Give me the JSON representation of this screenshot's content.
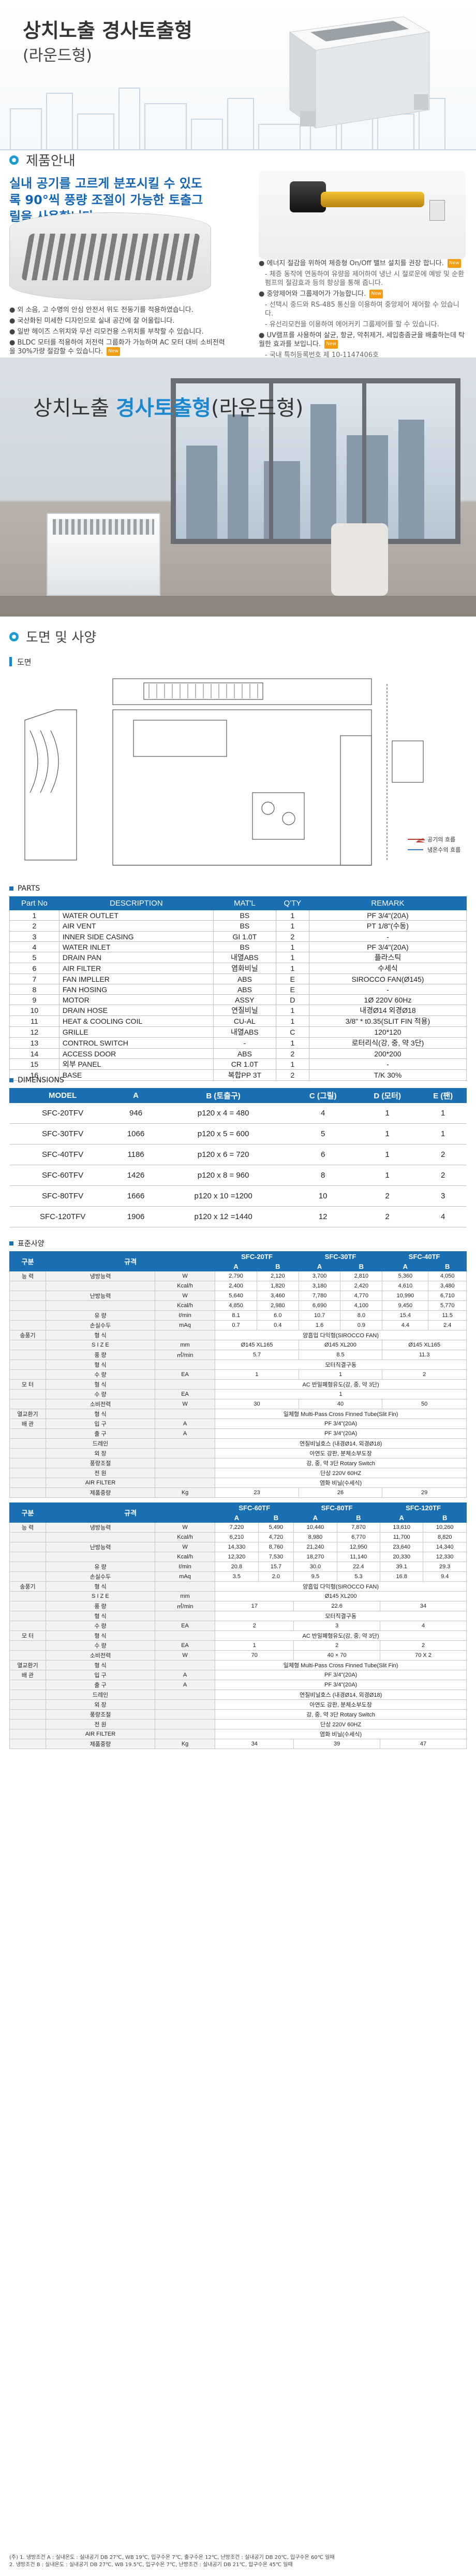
{
  "header": {
    "title": "상치노출 경사토출형",
    "subtitle": "(라운드형)"
  },
  "intro": {
    "section_title": "제품안내",
    "headline": "실내 공기를 고르게 분포시킬 수 있도록 90°씩 풍량 조절이 가능한 토출그릴을 사용합니다.",
    "left_bullets": [
      "외 소음, 고 수명의 안심 안전서 위도 전동기를 적용하였습니다.",
      "국산화된 미세한 디자인으로 실내 공간에 잘 어울립니다.",
      "일반 헤이즈 스위치와 무선 리모컨용 스위치를 부착할 수 있습니다.",
      "BLDC 모터를 적용하여 저전력 그룹화가 가능하며 AC 모터 대비 소비전력을 30%가량 절감할 수 있습니다."
    ],
    "right_bullets": [
      "에너지 절감을 위하여 체증형 On/Off 밸브 설치를 권장 합니다.",
      "- 체증 동작에 연동하여 유량을 제어하여 냉난 시 절로운에 예방 및 순환펌프의 절감효과 등의 향상을 통해 줍니다.",
      "중앙제어와 그룹제어가 가능합니다.",
      "- 선택시 중드와 RS-485 통신을 이용하여 중앙제어 제어할 수 있습니다.",
      "- 유선리모컨을 이용하여 에어커키 그룹제어를 할 수 있습니다.",
      "UV램프를 사용하여 살균, 항균, 악취제거, 세입충좀균을 배출하는데 탁월한 효과를 보입니다.",
      "- 국내 특허등록번호 제 10-1147406호"
    ],
    "tag": "New"
  },
  "room": {
    "title_plain": "상치노출 ",
    "title_bold": "경사토출형",
    "title_tail": "(라운드형)"
  },
  "dims_section": {
    "title": "도면 및 사양",
    "drawing_label": "도면",
    "legend": [
      "공기의 흐름",
      "냉온수의 흐름"
    ]
  },
  "parts": {
    "label": "PARTS",
    "headers": [
      "Part No",
      "DESCRIPTION",
      "MAT'L",
      "Q'TY",
      "REMARK"
    ],
    "rows": [
      [
        "1",
        "WATER OUTLET",
        "BS",
        "1",
        "PF 3/4\"(20A)"
      ],
      [
        "2",
        "AIR VENT",
        "BS",
        "1",
        "PT 1/8\"(수동)"
      ],
      [
        "3",
        "INNER SIDE CASING",
        "GI 1.0T",
        "2",
        "-"
      ],
      [
        "4",
        "WATER INLET",
        "BS",
        "1",
        "PF 3/4\"(20A)"
      ],
      [
        "5",
        "DRAIN PAN",
        "내열ABS",
        "1",
        "플라스틱"
      ],
      [
        "6",
        "AIR FILTER",
        "염화비닐",
        "1",
        "수세식"
      ],
      [
        "7",
        "FAN IMPLLER",
        "ABS",
        "E",
        "SIROCCO FAN(Ø145)"
      ],
      [
        "8",
        "FAN HOSING",
        "ABS",
        "E",
        "-"
      ],
      [
        "9",
        "MOTOR",
        "ASSY",
        "D",
        "1Ø 220V 60Hz"
      ],
      [
        "10",
        "DRAIN HOSE",
        "연질비닐",
        "1",
        "내경Ø14 외경Ø18"
      ],
      [
        "11",
        "HEAT & COOLING COIL",
        "CU-AL",
        "1",
        "3/8\" * t0.35(SLIT FIN 적용)"
      ],
      [
        "12",
        "GRILLE",
        "내열ABS",
        "C",
        "120*120"
      ],
      [
        "13",
        "CONTROL SWITCH",
        "-",
        "1",
        "로터리식(강, 중, 약 3단)"
      ],
      [
        "14",
        "ACCESS DOOR",
        "ABS",
        "2",
        "200*200"
      ],
      [
        "15",
        "외부 PANEL",
        "CR 1.0T",
        "1",
        "-"
      ],
      [
        "16",
        "BASE",
        "복합PP 3T",
        "2",
        "T/K 30%"
      ]
    ]
  },
  "dimensions": {
    "label": "DIMENSIONS",
    "headers": [
      "MODEL",
      "A",
      "B (토출구)",
      "C (그릴)",
      "D (모터)",
      "E (팬)"
    ],
    "rows": [
      [
        "SFC-20TFV",
        "946",
        "p120 x 4 =  480",
        "4",
        "1",
        "1"
      ],
      [
        "SFC-30TFV",
        "1066",
        "p120 x 5 =  600",
        "5",
        "1",
        "1"
      ],
      [
        "SFC-40TFV",
        "1186",
        "p120 x 6 =  720",
        "6",
        "1",
        "2"
      ],
      [
        "SFC-60TFV",
        "1426",
        "p120 x 8 =  960",
        "8",
        "1",
        "2"
      ],
      [
        "SFC-80TFV",
        "1666",
        "p120 x 10 =1200",
        "10",
        "2",
        "3"
      ],
      [
        "SFC-120TFV",
        "1906",
        "p120 x 12 =1440",
        "12",
        "2",
        "4"
      ]
    ]
  },
  "spec": {
    "label": "표준사양",
    "table1": {
      "models": [
        "SFC-20TF",
        "SFC-30TF",
        "SFC-40TF"
      ],
      "rows": [
        [
          "능 력",
          "냉방능력",
          "W",
          "2,790",
          "2,120",
          "3,700",
          "2,810",
          "5,360",
          "4,050"
        ],
        [
          "",
          "",
          "Kcal/h",
          "2,400",
          "1,820",
          "3,180",
          "2,420",
          "4,610",
          "3,480"
        ],
        [
          "",
          "난방능력",
          "W",
          "5,640",
          "3,460",
          "7,780",
          "4,770",
          "10,990",
          "6,710"
        ],
        [
          "",
          "",
          "Kcal/h",
          "4,850",
          "2,980",
          "6,690",
          "4,100",
          "9,450",
          "5,770"
        ],
        [
          "",
          "유 량",
          "ℓ/min",
          "8.1",
          "6.0",
          "10.7",
          "8.0",
          "15.4",
          "11.5"
        ],
        [
          "",
          "손실수두",
          "mAq",
          "0.7",
          "0.4",
          "1.6",
          "0.9",
          "4.4",
          "2.4"
        ]
      ],
      "spans": [
        [
          "송풍기",
          "형 식",
          "",
          "양흡입 다익형(SIROCCO FAN)"
        ],
        [
          "",
          "S I Z E",
          "mm",
          "Ø145 XL165 | Ø145 XL200 | Ø145 XL165"
        ],
        [
          "",
          "풍 량",
          "㎥/min",
          "5.7 | 8.5 | 11.3"
        ],
        [
          "",
          "형 식",
          "",
          "모터직결구동"
        ],
        [
          "",
          "수 량",
          "EA",
          "1 | 1 | 2"
        ],
        [
          "모 터",
          "형 식",
          "",
          "AC 반밀폐형유도(강, 중, 약 3단)"
        ],
        [
          "",
          "수 량",
          "EA",
          "1"
        ],
        [
          "",
          "소비전력",
          "W",
          "30 | 40 | 50"
        ],
        [
          "열교환기",
          "형 식",
          "",
          "일체형 Multi-Pass Cross Finned Tube(Slit Fin)"
        ],
        [
          "배 관",
          "입 구",
          "A",
          "PF 3/4\"(20A)"
        ],
        [
          "",
          "출 구",
          "A",
          "PF 3/4\"(20A)"
        ],
        [
          "",
          "드레인",
          "",
          "연질비닐호스 (내경Ø14, 외경Ø18)"
        ],
        [
          "",
          "외 장",
          "",
          "아연도 강판, 분체소부도장"
        ],
        [
          "",
          "풍량조절",
          "",
          "강, 중, 약 3단 Rotary Switch"
        ],
        [
          "",
          "전 원",
          "",
          "단상 220V 60HZ"
        ],
        [
          "",
          "AIR FILTER",
          "",
          "염화 비닐(수세식)"
        ],
        [
          "",
          "제품중량",
          "Kg",
          "23 | 26 | 29"
        ]
      ]
    },
    "table2": {
      "models": [
        "SFC-60TF",
        "SFC-80TF",
        "SFC-120TF"
      ],
      "rows": [
        [
          "능 력",
          "냉방능력",
          "W",
          "7,220",
          "5,490",
          "10,440",
          "7,870",
          "13,610",
          "10,260"
        ],
        [
          "",
          "",
          "Kcal/h",
          "6,210",
          "4,720",
          "8,980",
          "6,770",
          "11,700",
          "8,820"
        ],
        [
          "",
          "난방능력",
          "W",
          "14,330",
          "8,760",
          "21,240",
          "12,950",
          "23,640",
          "14,340"
        ],
        [
          "",
          "",
          "Kcal/h",
          "12,320",
          "7,530",
          "18,270",
          "11,140",
          "20,330",
          "12,330"
        ],
        [
          "",
          "유 량",
          "ℓ/min",
          "20.8",
          "15.7",
          "30.0",
          "22.4",
          "39.1",
          "29.3"
        ],
        [
          "",
          "손실수두",
          "mAq",
          "3.5",
          "2.0",
          "9.5",
          "5.3",
          "16.8",
          "9.4"
        ]
      ],
      "spans": [
        [
          "송풍기",
          "형 식",
          "",
          "양흡입 다익형(SIROCCO FAN)"
        ],
        [
          "",
          "S I Z E",
          "mm",
          "Ø145 XL200"
        ],
        [
          "",
          "풍 량",
          "㎥/min",
          "17 | 22.6 | 34"
        ],
        [
          "",
          "형 식",
          "",
          "모터직결구동"
        ],
        [
          "",
          "수 량",
          "EA",
          "2 | 3 | 4"
        ],
        [
          "모 터",
          "형 식",
          "",
          "AC 반밀폐형유도(강, 중, 약 3단)"
        ],
        [
          "",
          "수 량",
          "EA",
          "1 | 2 | 2"
        ],
        [
          "",
          "소비전력",
          "W",
          "70 | 40 × 70 | 70 X 2"
        ],
        [
          "열교환기",
          "형 식",
          "",
          "일체형 Multi-Pass Cross Finned Tube(Slit Fin)"
        ],
        [
          "배 관",
          "입 구",
          "A",
          "PF 3/4\"(20A)"
        ],
        [
          "",
          "출 구",
          "A",
          "PF 3/4\"(20A)"
        ],
        [
          "",
          "드레인",
          "",
          "연질비닐호스 (내경Ø14, 외경Ø18)"
        ],
        [
          "",
          "외 장",
          "",
          "아연도 강판, 분체소부도장"
        ],
        [
          "",
          "풍량조절",
          "",
          "강, 중, 약 3단 Rotary Switch"
        ],
        [
          "",
          "전 원",
          "",
          "단상 220V 60HZ"
        ],
        [
          "",
          "AIR FILTER",
          "",
          "염화 비닐(수세식)"
        ],
        [
          "",
          "제품중량",
          "Kg",
          "34 | 39 | 47"
        ]
      ]
    },
    "headers": [
      "구분",
      "규격"
    ],
    "subheaders": [
      "A",
      "B"
    ],
    "notes": [
      "(주) 1. 냉방조건 A : 실내온도 : 실내공기 DB 27℃, WB 19℃, 입구수온 7℃, 출구수온 12℃, 난방조건 : 실내공기 DB 20℃, 입구수온 60℃ 일때",
      "2. 냉방조건 B : 실내온도 : 실내공기 DB 27℃, WB 19.5℃, 입구수온 7℃, 난방조건 : 실내공기 DB 21℃, 입구수온 45℃ 일때"
    ]
  }
}
